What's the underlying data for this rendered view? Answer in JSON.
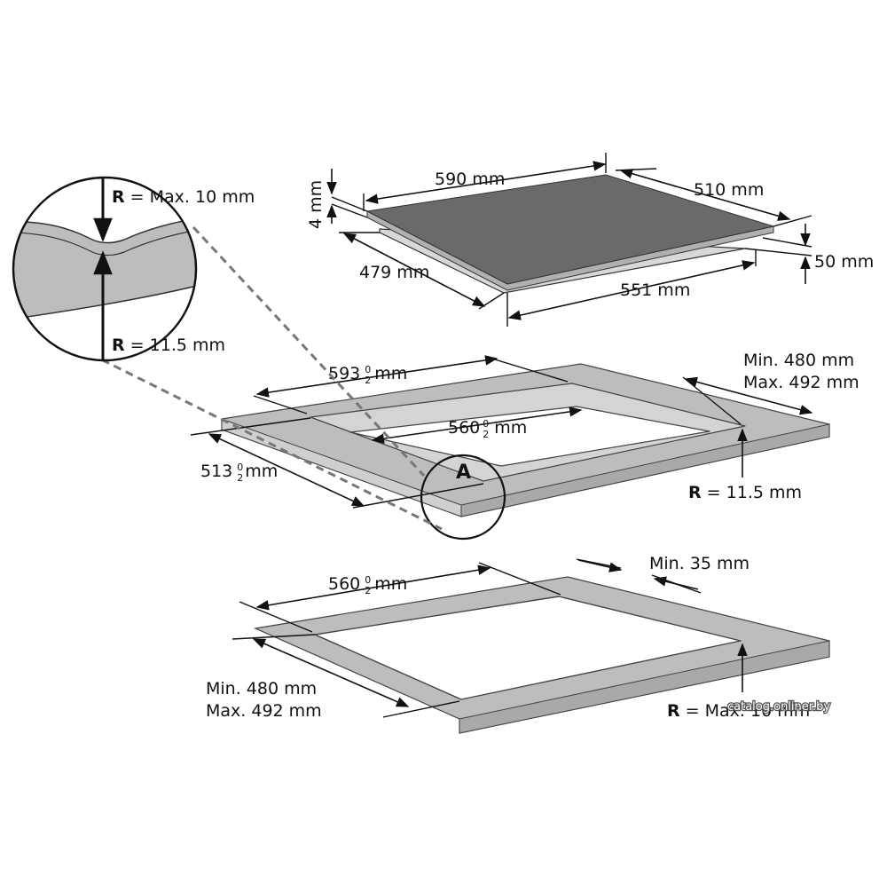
{
  "hob": {
    "width": "590 mm",
    "depth": "510 mm",
    "glass_thickness": "4 mm",
    "height": "50 mm",
    "body_depth": "479 mm",
    "body_width": "551 mm"
  },
  "detail": {
    "inner_radius": "Max. 10 mm",
    "outer_radius": "11.5 mm",
    "r_letter": "R",
    "marker": "A"
  },
  "flush_cutout": {
    "outer_width": "593",
    "outer_width_unit": "mm",
    "inner_width": "560",
    "inner_width_unit": "mm",
    "outer_depth": "513",
    "outer_depth_unit": "mm",
    "tol_upper": "0",
    "tol_lower": "2",
    "depth_min": "Min. 480 mm",
    "depth_max": "Max. 492 mm",
    "corner_radius": "11.5 mm",
    "r_letter": "R"
  },
  "standard_cutout": {
    "width": "560",
    "width_unit": "mm",
    "tol_upper": "0",
    "tol_lower": "2",
    "min_edge": "Min. 35 mm",
    "depth_min": "Min. 480 mm",
    "depth_max": "Max. 492 mm",
    "corner_radius": "Max. 10 mm",
    "r_letter": "R"
  },
  "watermark": "catalog.onliner.by",
  "colors": {
    "glass": "#6a6a6a",
    "frame": "#c3c3c3",
    "worktop": "#bdbdbd",
    "line": "#111111"
  }
}
